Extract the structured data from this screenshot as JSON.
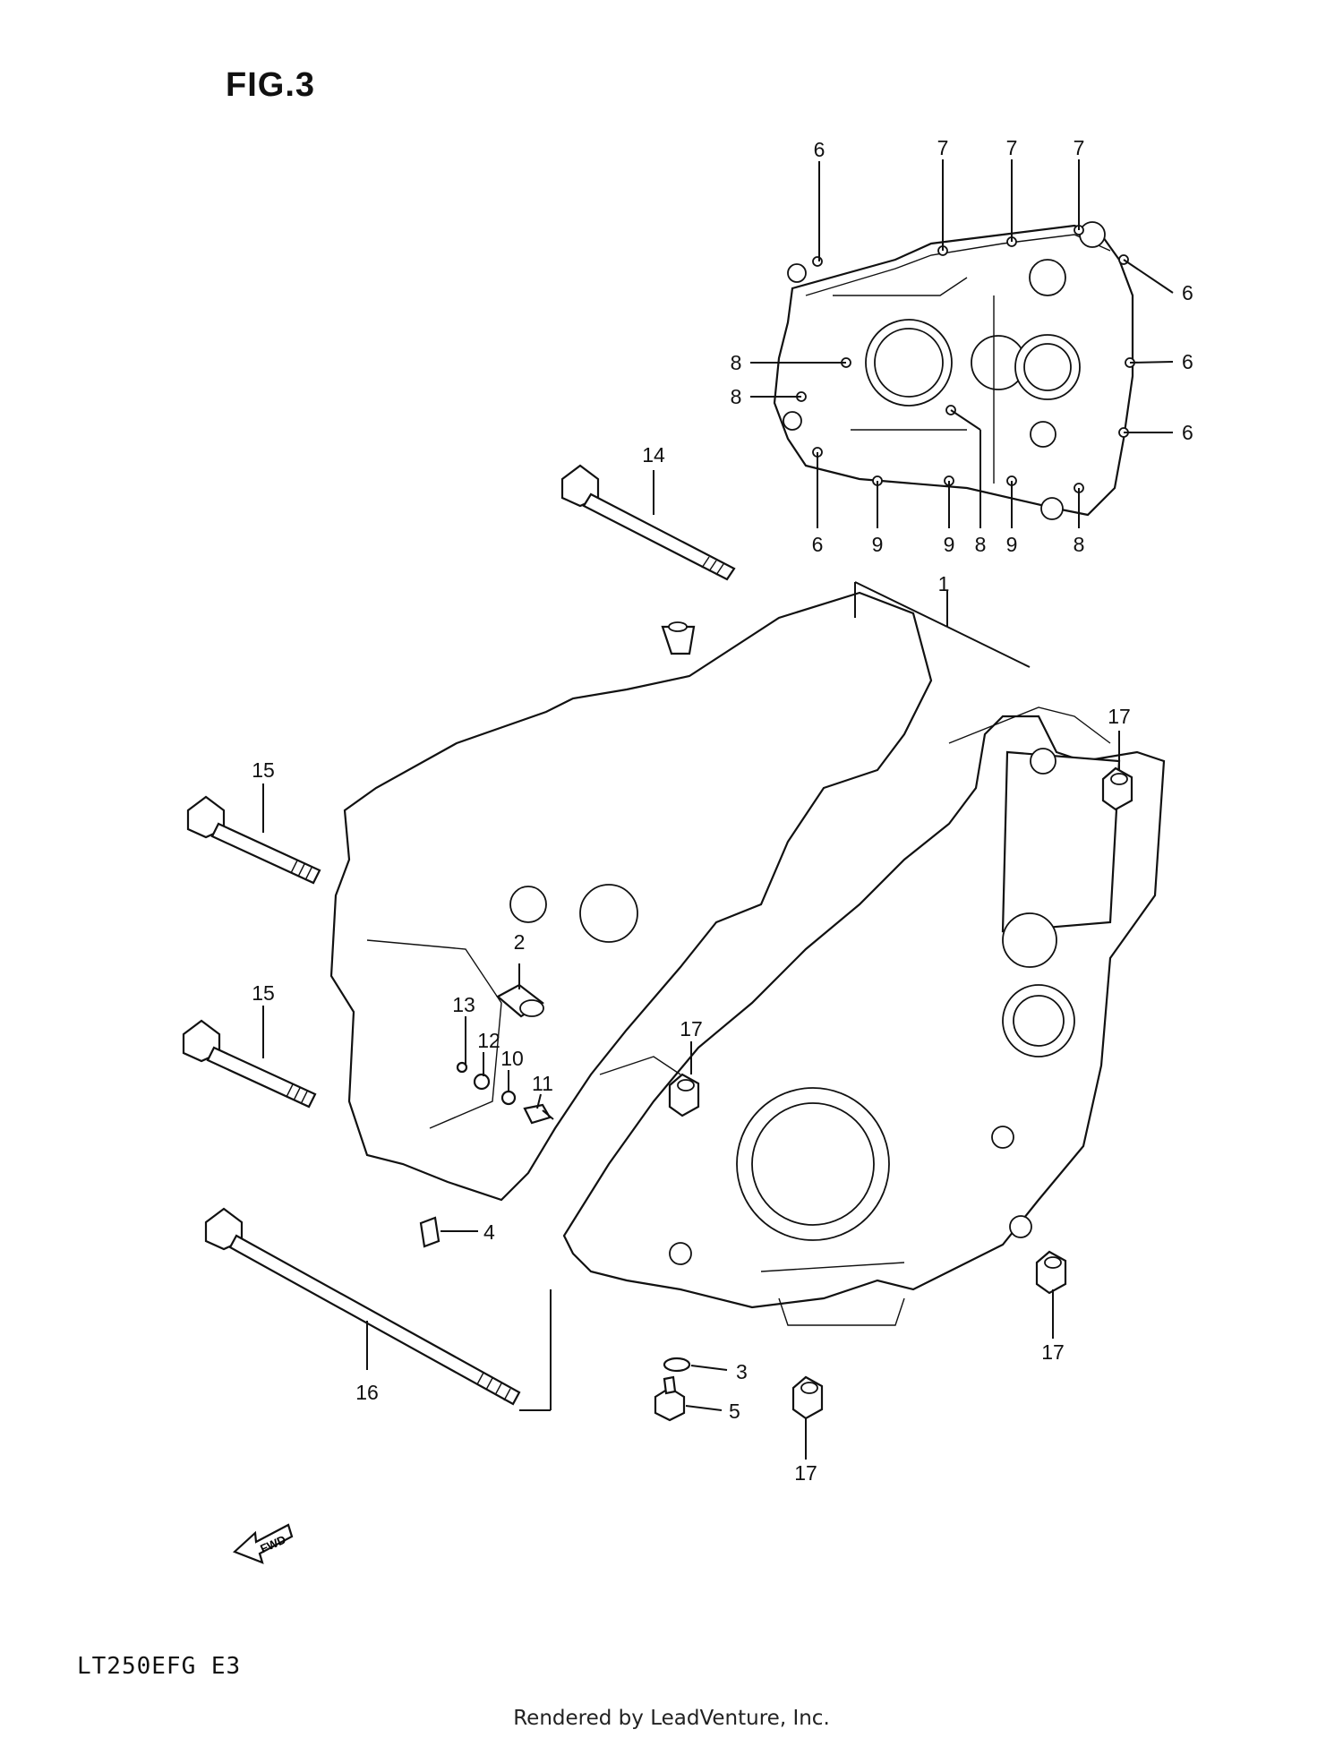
{
  "figure": {
    "title": "FIG.3",
    "model_code": "LT250EFG  E3",
    "footer": "Rendered by LeadVenture, Inc.",
    "fwd_label": "FWD"
  },
  "callouts": {
    "c1": "1",
    "c2": "2",
    "c3": "3",
    "c4": "4",
    "c5": "5",
    "c6a": "6",
    "c6b": "6",
    "c6c": "6",
    "c6d": "6",
    "c6e": "6",
    "c7a": "7",
    "c7b": "7",
    "c7c": "7",
    "c8a": "8",
    "c8b": "8",
    "c8c": "8",
    "c8d": "8",
    "c9a": "9",
    "c9b": "9",
    "c9c": "9",
    "c10": "10",
    "c11": "11",
    "c12": "12",
    "c13": "13",
    "c14": "14",
    "c15a": "15",
    "c15b": "15",
    "c16": "16",
    "c17a": "17",
    "c17b": "17",
    "c17c": "17",
    "c17d": "17"
  }
}
